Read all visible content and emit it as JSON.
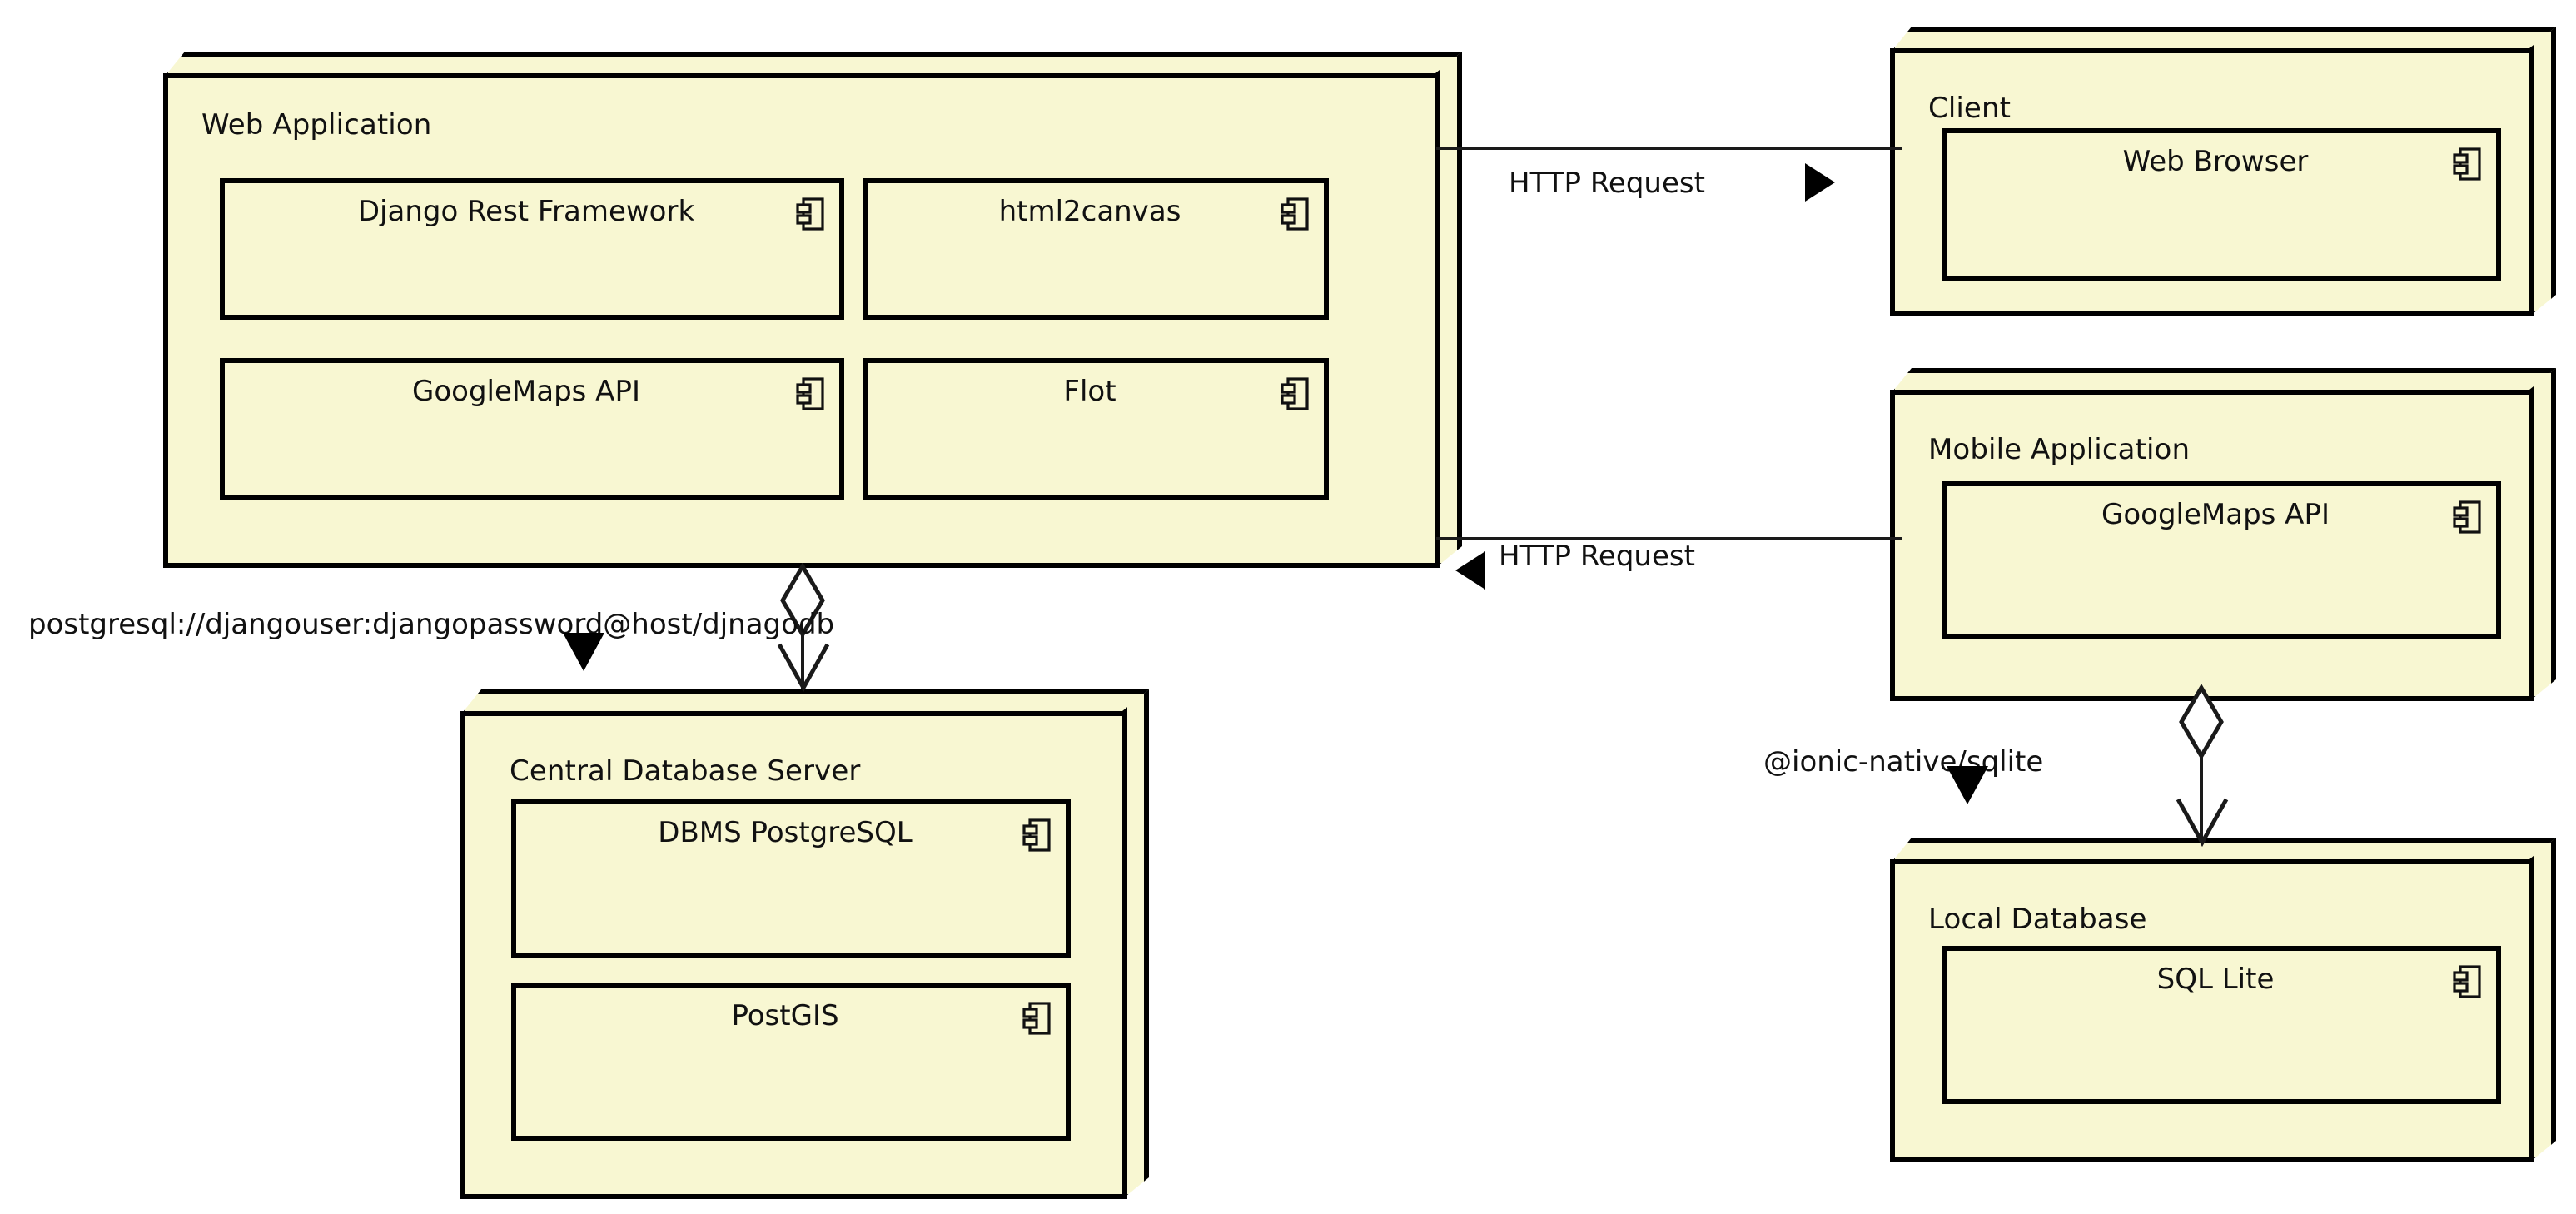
{
  "diagram": {
    "title": "UML Deployment Diagram",
    "colors": {
      "node_fill": "#F8F7D2",
      "stroke": "#000000",
      "connector": "#1A1A1A",
      "background": "#FFFFFF",
      "text": "#111111"
    }
  },
  "nodes": [
    {
      "id": "web-application",
      "title": "Web Application",
      "components": [
        {
          "label": "Django Rest Framework",
          "icon": "component-icon"
        },
        {
          "label": "html2canvas",
          "icon": "component-icon"
        },
        {
          "label": "GoogleMaps API",
          "icon": "component-icon"
        },
        {
          "label": "Flot",
          "icon": "component-icon"
        }
      ]
    },
    {
      "id": "client",
      "title": "Client",
      "components": [
        {
          "label": "Web Browser",
          "icon": "component-icon"
        }
      ]
    },
    {
      "id": "mobile-application",
      "title": "Mobile Application",
      "components": [
        {
          "label": "GoogleMaps API",
          "icon": "component-icon"
        }
      ]
    },
    {
      "id": "central-database-server",
      "title": "Central Database Server",
      "components": [
        {
          "label": "DBMS PostgreSQL",
          "icon": "component-icon"
        },
        {
          "label": "PostGIS",
          "icon": "component-icon"
        }
      ]
    },
    {
      "id": "local-database",
      "title": "Local Database",
      "components": [
        {
          "label": "SQL Lite",
          "icon": "component-icon"
        }
      ]
    }
  ],
  "connections": [
    {
      "id": "web-to-client",
      "label": "HTTP Request",
      "from": "web-application",
      "to": "client",
      "arrow": "filled-triangle-right"
    },
    {
      "id": "mobile-to-web",
      "label": "HTTP Request",
      "from": "mobile-application",
      "to": "web-application",
      "arrow": "filled-triangle-left"
    },
    {
      "id": "web-to-central-db",
      "label": "postgresql://djangouser:djangopassword@host/djnagodb",
      "from": "web-application",
      "to": "central-database-server",
      "arrow": "open-arrow-down",
      "end_decoration": "hollow-diamond",
      "label_marker": "filled-triangle-down"
    },
    {
      "id": "mobile-to-local-db",
      "label": "@ionic-native/sqlite",
      "from": "mobile-application",
      "to": "local-database",
      "arrow": "open-arrow-down",
      "end_decoration": "hollow-diamond",
      "label_marker": "filled-triangle-down"
    }
  ]
}
